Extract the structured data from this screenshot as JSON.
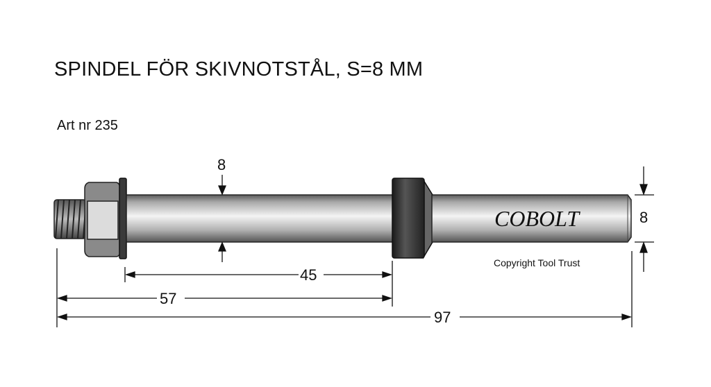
{
  "title": "SPINDEL FÖR SKIVNOTSTÅL, S=8 MM",
  "article": "Art nr 235",
  "drawing": {
    "brand": "COBOLT",
    "copyright": "Copyright Tool Trust",
    "dimensions": {
      "shaft_diameter": "8",
      "end_diameter": "8",
      "shaft_length": "45",
      "thread_to_collar": "57",
      "total_length": "97"
    }
  },
  "colors": {
    "steel_light": "#f2f2f2",
    "steel_dark": "#6e6e6e",
    "collar": "#2a2a2a",
    "line": "#111111"
  }
}
